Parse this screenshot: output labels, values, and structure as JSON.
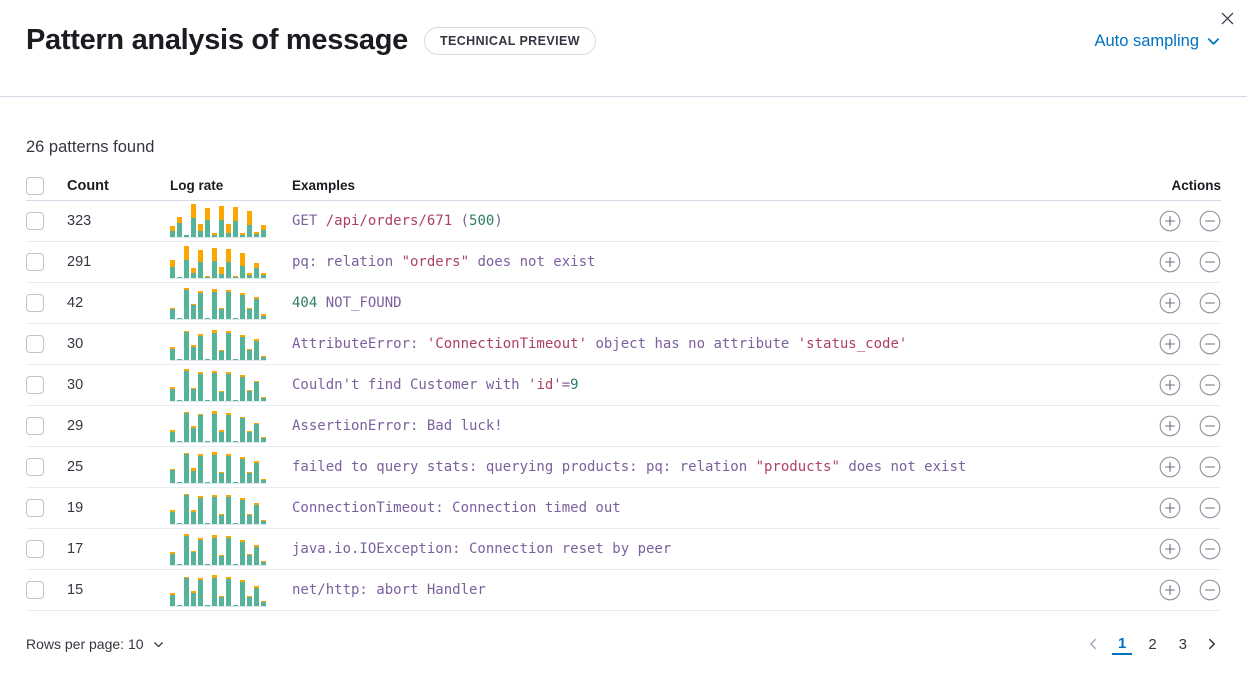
{
  "header": {
    "title": "Pattern analysis of message",
    "badge": "TECHNICAL PREVIEW",
    "sampling_label": "Auto sampling"
  },
  "summary": "26 patterns found",
  "colors": {
    "teal": "#54b399",
    "orange": "#fca700",
    "purple": "#7c609e",
    "crimson": "#ad4261",
    "green": "#2e7d64",
    "link_blue": "#0071c2"
  },
  "table": {
    "columns": {
      "count": "Count",
      "log_rate": "Log rate",
      "examples": "Examples",
      "actions": "Actions"
    },
    "rows": [
      {
        "count": "323",
        "example": [
          {
            "text": "GET ",
            "color": "purple"
          },
          {
            "text": "/api/orders/671",
            "color": "crimson"
          },
          {
            "text": " (",
            "color": "purple"
          },
          {
            "text": "500",
            "color": "green"
          },
          {
            "text": ")",
            "color": "purple"
          }
        ],
        "bars": [
          [
            0.18,
            0.14
          ],
          [
            0.42,
            0.18
          ],
          [
            0.05,
            0.0
          ],
          [
            0.55,
            0.4
          ],
          [
            0.18,
            0.22
          ],
          [
            0.5,
            0.35
          ],
          [
            0.05,
            0.05
          ],
          [
            0.5,
            0.4
          ],
          [
            0.12,
            0.26
          ],
          [
            0.46,
            0.4
          ],
          [
            0.05,
            0.05
          ],
          [
            0.34,
            0.42
          ],
          [
            0.08,
            0.05
          ],
          [
            0.2,
            0.14
          ]
        ]
      },
      {
        "count": "291",
        "example": [
          {
            "text": "pq: relation ",
            "color": "purple"
          },
          {
            "text": "\"orders\"",
            "color": "crimson"
          },
          {
            "text": " does not exist",
            "color": "purple"
          }
        ],
        "bars": [
          [
            0.32,
            0.22
          ],
          [
            0.03,
            0.0
          ],
          [
            0.52,
            0.42
          ],
          [
            0.15,
            0.16
          ],
          [
            0.46,
            0.36
          ],
          [
            0.04,
            0.03
          ],
          [
            0.5,
            0.38
          ],
          [
            0.12,
            0.22
          ],
          [
            0.46,
            0.38
          ],
          [
            0.04,
            0.03
          ],
          [
            0.36,
            0.38
          ],
          [
            0.08,
            0.06
          ],
          [
            0.3,
            0.16
          ],
          [
            0.1,
            0.06
          ]
        ]
      },
      {
        "count": "42",
        "example": [
          {
            "text": "404",
            "color": "green"
          },
          {
            "text": " NOT_FOUND",
            "color": "purple"
          }
        ],
        "bars": [
          [
            0.3,
            0.04
          ],
          [
            0.02,
            0.0
          ],
          [
            0.85,
            0.05
          ],
          [
            0.4,
            0.04
          ],
          [
            0.75,
            0.05
          ],
          [
            0.03,
            0.0
          ],
          [
            0.8,
            0.1
          ],
          [
            0.28,
            0.04
          ],
          [
            0.8,
            0.05
          ],
          [
            0.03,
            0.0
          ],
          [
            0.7,
            0.06
          ],
          [
            0.3,
            0.03
          ],
          [
            0.58,
            0.06
          ],
          [
            0.1,
            0.06
          ]
        ]
      },
      {
        "count": "30",
        "example": [
          {
            "text": "AttributeError: ",
            "color": "purple"
          },
          {
            "text": "'ConnectionTimeout'",
            "color": "crimson"
          },
          {
            "text": " object has no attribute ",
            "color": "purple"
          },
          {
            "text": "'status_code'",
            "color": "crimson"
          }
        ],
        "bars": [
          [
            0.32,
            0.05
          ],
          [
            0.02,
            0.0
          ],
          [
            0.82,
            0.04
          ],
          [
            0.38,
            0.05
          ],
          [
            0.72,
            0.05
          ],
          [
            0.03,
            0.0
          ],
          [
            0.78,
            0.08
          ],
          [
            0.25,
            0.04
          ],
          [
            0.78,
            0.05
          ],
          [
            0.03,
            0.0
          ],
          [
            0.68,
            0.05
          ],
          [
            0.28,
            0.03
          ],
          [
            0.55,
            0.05
          ],
          [
            0.08,
            0.04
          ]
        ]
      },
      {
        "count": "30",
        "example": [
          {
            "text": "Couldn't find Customer with '",
            "color": "purple"
          },
          {
            "text": "id",
            "color": "crimson"
          },
          {
            "text": "'=",
            "color": "purple"
          },
          {
            "text": "9",
            "color": "green"
          }
        ],
        "bars": [
          [
            0.35,
            0.06
          ],
          [
            0.02,
            0.0
          ],
          [
            0.88,
            0.05
          ],
          [
            0.35,
            0.04
          ],
          [
            0.78,
            0.05
          ],
          [
            0.03,
            0.0
          ],
          [
            0.82,
            0.06
          ],
          [
            0.25,
            0.04
          ],
          [
            0.8,
            0.06
          ],
          [
            0.03,
            0.0
          ],
          [
            0.7,
            0.05
          ],
          [
            0.3,
            0.03
          ],
          [
            0.55,
            0.04
          ],
          [
            0.1,
            0.03
          ]
        ]
      },
      {
        "count": "29",
        "example": [
          {
            "text": "AssertionError: Bad luck!",
            "color": "purple"
          }
        ],
        "bars": [
          [
            0.3,
            0.06
          ],
          [
            0.02,
            0.0
          ],
          [
            0.85,
            0.04
          ],
          [
            0.4,
            0.05
          ],
          [
            0.78,
            0.04
          ],
          [
            0.03,
            0.0
          ],
          [
            0.82,
            0.08
          ],
          [
            0.28,
            0.05
          ],
          [
            0.78,
            0.05
          ],
          [
            0.03,
            0.0
          ],
          [
            0.72,
            0.04
          ],
          [
            0.28,
            0.03
          ],
          [
            0.52,
            0.04
          ],
          [
            0.12,
            0.04
          ]
        ]
      },
      {
        "count": "25",
        "example": [
          {
            "text": "failed to query stats: querying products: pq: relation ",
            "color": "purple"
          },
          {
            "text": "\"products\"",
            "color": "crimson"
          },
          {
            "text": " does not exist",
            "color": "purple"
          }
        ],
        "bars": [
          [
            0.38,
            0.04
          ],
          [
            0.02,
            0.0
          ],
          [
            0.85,
            0.03
          ],
          [
            0.35,
            0.08
          ],
          [
            0.8,
            0.06
          ],
          [
            0.03,
            0.0
          ],
          [
            0.82,
            0.08
          ],
          [
            0.28,
            0.04
          ],
          [
            0.8,
            0.06
          ],
          [
            0.03,
            0.0
          ],
          [
            0.72,
            0.06
          ],
          [
            0.28,
            0.03
          ],
          [
            0.58,
            0.05
          ],
          [
            0.1,
            0.02
          ]
        ]
      },
      {
        "count": "19",
        "example": [
          {
            "text": "ConnectionTimeout: Connection timed out",
            "color": "purple"
          }
        ],
        "bars": [
          [
            0.34,
            0.05
          ],
          [
            0.02,
            0.0
          ],
          [
            0.84,
            0.04
          ],
          [
            0.36,
            0.05
          ],
          [
            0.76,
            0.06
          ],
          [
            0.03,
            0.0
          ],
          [
            0.8,
            0.07
          ],
          [
            0.26,
            0.04
          ],
          [
            0.78,
            0.05
          ],
          [
            0.03,
            0.0
          ],
          [
            0.7,
            0.06
          ],
          [
            0.26,
            0.03
          ],
          [
            0.56,
            0.05
          ],
          [
            0.09,
            0.03
          ]
        ]
      },
      {
        "count": "17",
        "example": [
          {
            "text": "java.io.IOException: Connection reset by peer",
            "color": "purple"
          }
        ],
        "bars": [
          [
            0.32,
            0.05
          ],
          [
            0.02,
            0.0
          ],
          [
            0.86,
            0.05
          ],
          [
            0.38,
            0.04
          ],
          [
            0.74,
            0.05
          ],
          [
            0.03,
            0.0
          ],
          [
            0.8,
            0.08
          ],
          [
            0.27,
            0.04
          ],
          [
            0.79,
            0.05
          ],
          [
            0.03,
            0.0
          ],
          [
            0.69,
            0.05
          ],
          [
            0.29,
            0.03
          ],
          [
            0.54,
            0.05
          ],
          [
            0.1,
            0.04
          ]
        ]
      },
      {
        "count": "15",
        "example": [
          {
            "text": "net/http: abort Handler",
            "color": "purple"
          }
        ],
        "bars": [
          [
            0.31,
            0.05
          ],
          [
            0.02,
            0.0
          ],
          [
            0.83,
            0.04
          ],
          [
            0.39,
            0.05
          ],
          [
            0.77,
            0.05
          ],
          [
            0.03,
            0.0
          ],
          [
            0.81,
            0.08
          ],
          [
            0.26,
            0.04
          ],
          [
            0.79,
            0.05
          ],
          [
            0.03,
            0.0
          ],
          [
            0.71,
            0.05
          ],
          [
            0.27,
            0.03
          ],
          [
            0.53,
            0.05
          ],
          [
            0.11,
            0.04
          ]
        ]
      }
    ]
  },
  "footer": {
    "rows_per_page_label": "Rows per page: 10",
    "pagination": {
      "pages": [
        "1",
        "2",
        "3"
      ],
      "active": "1"
    }
  }
}
